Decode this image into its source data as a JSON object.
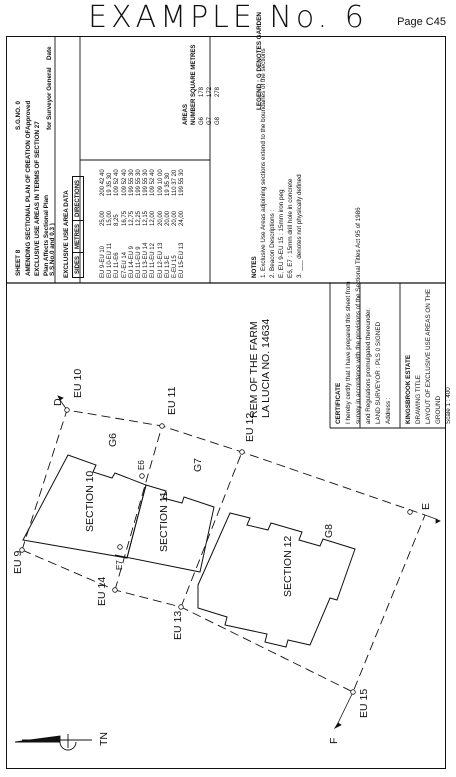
{
  "header": {
    "title": "EXAMPLE  No.  6",
    "page": "Page C45"
  },
  "left_block": {
    "sheet": "SHEET 8",
    "heading1": "AMENDING SECTIONAL PLAN OF CREATION OF",
    "heading2": "EXCLUSIVE USE AREAS IN TERMS OF SECTION 27",
    "affects": "Plan Affects Sectional Plan",
    "ref": "S.S.No.0       and 0.3         )"
  },
  "approval": {
    "sg_no": "S.G.NO. 0",
    "approved": "Approved",
    "for_sg": "for Surveyor General",
    "date": "Date"
  },
  "eua_table": {
    "title": "EXCLUSIVE USE AREA DATA",
    "headers": [
      "SIDES",
      "METRES",
      "DIRECTIONS"
    ],
    "rows": [
      [
        "EU 9-EU 10",
        "25,00",
        "200 42 40"
      ],
      [
        "EU 10-EU 11",
        "15,00",
        "19 35 30"
      ],
      [
        "EU 11-E6",
        "8,25",
        "109 52 40"
      ],
      [
        "E7-EU 14",
        "16,75",
        "109 52 40"
      ],
      [
        "EU 14-EU 9",
        "12,75",
        "199 55 30"
      ],
      [
        "EU 11-EU 9",
        "12,25",
        "199 55 30"
      ],
      [
        "EU 13-EU 14",
        "12,15",
        "199 55 30"
      ],
      [
        "EU 11-EU 12",
        "12,00",
        "109 52 40"
      ],
      [
        "EU 12-EU 13",
        "20,00",
        "109 10 00"
      ],
      [
        "EU 13-E",
        "20,00",
        "19 35 30"
      ],
      [
        "E-EU 15",
        "20,00",
        "110 37 20"
      ],
      [
        "EU 15-EU 13",
        "24,00",
        "199 55 30"
      ]
    ]
  },
  "areas_table": {
    "title": "AREAS",
    "headers": [
      "NUMBER",
      "SQUARE METRES"
    ],
    "rows": [
      [
        "G6",
        "178"
      ],
      [
        "G7",
        "172"
      ],
      [
        "G8",
        "278"
      ]
    ]
  },
  "legend": "LEGEND : G DENOTES GARDEN",
  "notes": {
    "title": "NOTES",
    "lines": [
      "1. Exclusive Use Areas adjoining sections extend to the boundaries of the sections",
      "2. Beacon Descriptions :",
      "    E, EU 9-EU 15  :  15mm iron peg",
      "    E6, E7        :  15mm drill hole in concrete",
      "3. ___   denotes not physically defined"
    ]
  },
  "certificate": {
    "title": "CERTIFICATE",
    "line1": "I                      hereby certify that I have prepared this sheet from",
    "line2": "survey in accordance with the provisions of the Sectional Titles Act 95 of 1986",
    "line3": "and Regulations promulgated thereunder.",
    "surveyor": "LAND SURVEYOR : PLS      0                    SIGNED",
    "address": "Address :"
  },
  "drawing": {
    "estate": "KINGSBROOK ESTATE",
    "dt_label": "DRAWING TITLE",
    "dt1": "LAYOUT OF EXCLUSIVE USE AREAS ON THE",
    "dt2": "GROUND",
    "scale": "Scale 1 : 400"
  },
  "plan": {
    "farm1": "REM OF THE FARM",
    "farm2": "LA LUCIA NO. 14634",
    "beacons": [
      "EU 9",
      "EU 10",
      "EU 11",
      "EU 12",
      "EU 13",
      "EU 14",
      "EU 15",
      "E6",
      "E7",
      "D",
      "E",
      "F"
    ],
    "gardens": [
      "G6",
      "G7",
      "G8"
    ],
    "sections": [
      "SECTION 10",
      "SECTION 11",
      "SECTION 12"
    ],
    "north": "TN"
  }
}
